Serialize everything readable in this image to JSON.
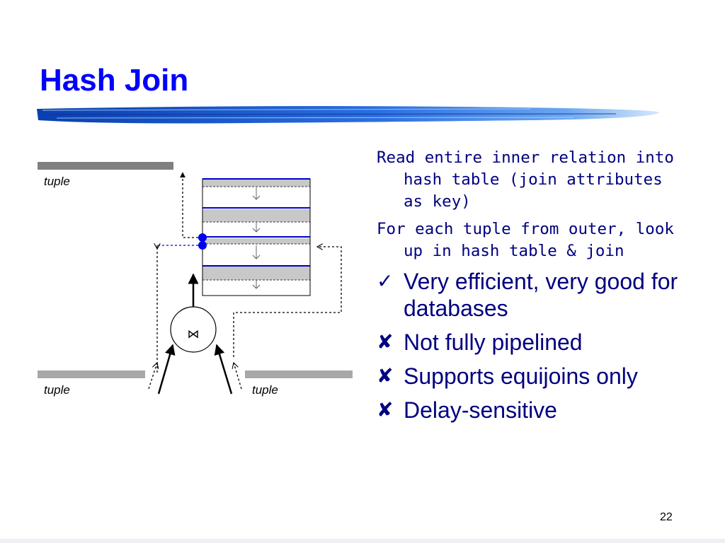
{
  "slide": {
    "title": "Hash Join",
    "page_number": "22"
  },
  "diagram": {
    "top_label": "tuple",
    "left_label": "tuple",
    "right_label": "tuple",
    "join_symbol": "⋈"
  },
  "content": {
    "code_items": [
      "Read entire inner relation into hash table (join attributes as key)",
      "For each tuple from outer, look up in hash table & join"
    ],
    "bullets": [
      {
        "mark": "✓",
        "text": "Very efficient, very good for databases"
      },
      {
        "mark": "✘",
        "text": "Not fully pipelined"
      },
      {
        "mark": "✘",
        "text": "Supports equijoins only"
      },
      {
        "mark": "✘",
        "text": "Delay-sensitive"
      }
    ]
  },
  "colors": {
    "title": "#0000ff",
    "body_text": "#000080",
    "hash_row_line": "#0000cc",
    "hash_cell_fill": "#c8c8c8",
    "tuple_bar": "#a8a8a8",
    "top_tuple_bar": "#808080"
  }
}
